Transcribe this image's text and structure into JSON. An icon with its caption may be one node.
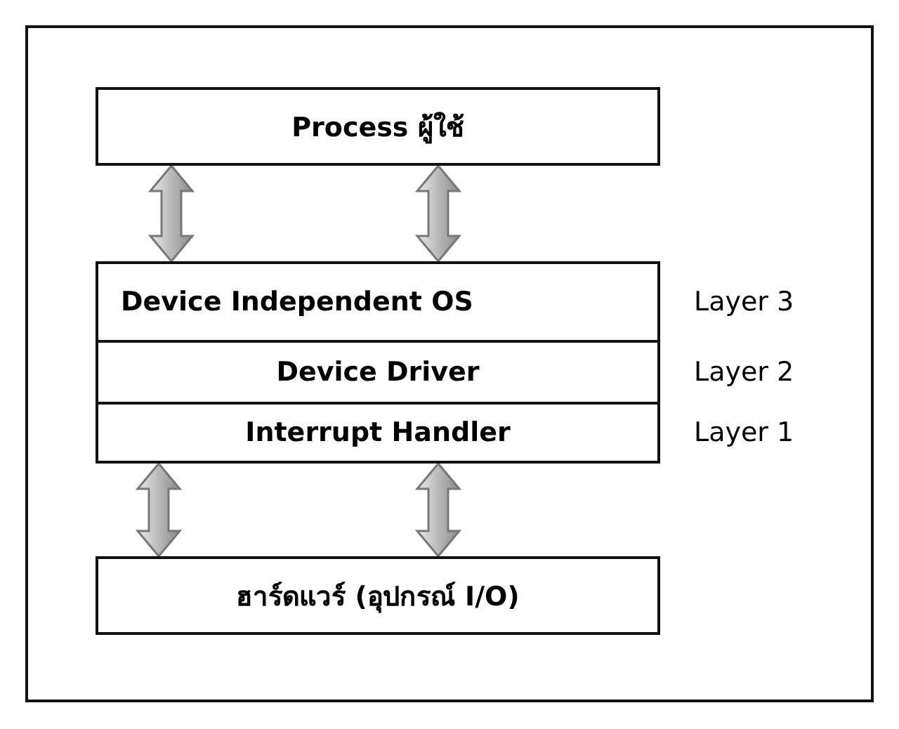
{
  "diagram": {
    "nodes": [
      {
        "text": [
          "Process ผู้ใช้"
        ]
      },
      {
        "text": [
          "Device Independent OS"
        ],
        "beside": [
          "Layer 3"
        ]
      },
      {
        "text": [
          "Device Driver"
        ],
        "beside": [
          "Layer 2"
        ]
      },
      {
        "text": [
          "Interrupt Handler"
        ],
        "beside": [
          "Layer 1"
        ]
      },
      {
        "text": [
          "ฮาร์ดแวร์ (อุปกรณ์ I/O)"
        ]
      }
    ],
    "edges": [
      {
        "from": 0,
        "to": 1,
        "arrow": "both"
      },
      {
        "from": 0,
        "to": 1,
        "arrow": "both"
      },
      {
        "from": 3,
        "to": 4,
        "arrow": "both"
      },
      {
        "from": 3,
        "to": 4,
        "arrow": "both"
      }
    ]
  }
}
